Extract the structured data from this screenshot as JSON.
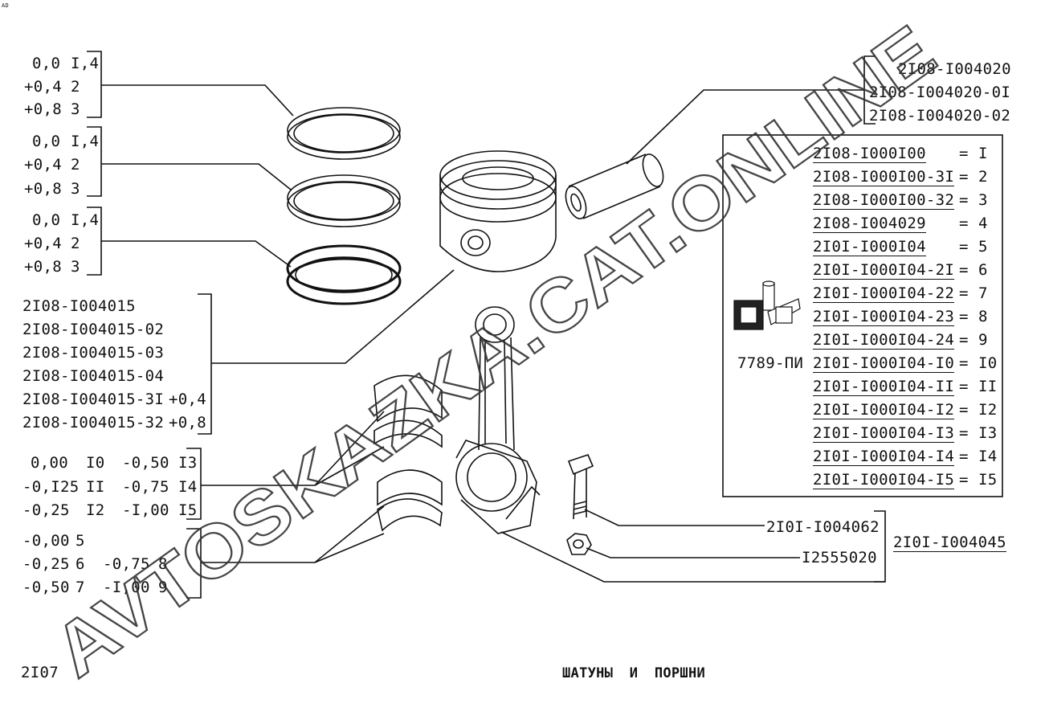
{
  "corner_mark": "AD",
  "rings": [
    [
      {
        "size": "0,0",
        "code": "I,4"
      },
      {
        "size": "+0,4",
        "code": "2"
      },
      {
        "size": "+0,8",
        "code": "3"
      }
    ],
    [
      {
        "size": "0,0",
        "code": "I,4"
      },
      {
        "size": "+0,4",
        "code": "2"
      },
      {
        "size": "+0,8",
        "code": "3"
      }
    ],
    [
      {
        "size": "0,0",
        "code": "I,4"
      },
      {
        "size": "+0,4",
        "code": "2"
      },
      {
        "size": "+0,8",
        "code": "3"
      }
    ]
  ],
  "piston_parts": [
    {
      "part": "2I08-I004015",
      "size": ""
    },
    {
      "part": "2I08-I004015-02",
      "size": ""
    },
    {
      "part": "2I08-I004015-03",
      "size": ""
    },
    {
      "part": "2I08-I004015-04",
      "size": ""
    },
    {
      "part": "2I08-I004015-3I",
      "size": "+0,4"
    },
    {
      "part": "2I08-I004015-32",
      "size": "+0,8"
    }
  ],
  "bearings_upper": [
    [
      "0,00",
      "I0",
      "-0,50",
      "I3"
    ],
    [
      "-0,I25",
      "II",
      "-0,75",
      "I4"
    ],
    [
      "-0,25",
      "I2",
      "-I,00",
      "I5"
    ]
  ],
  "bearings_lower": [
    [
      "-0,00",
      "5",
      "",
      ""
    ],
    [
      "-0,25",
      "6",
      "-0,75",
      "8"
    ],
    [
      "-0,50",
      "7",
      "-I,00",
      "9"
    ]
  ],
  "pin_parts": [
    "2I08-I004020",
    "2I08-I004020-0I",
    "2I08-I004020-02"
  ],
  "kits": [
    {
      "part": "2I08-I000I00",
      "num": "I"
    },
    {
      "part": "2I08-I000I00-3I",
      "num": "2"
    },
    {
      "part": "2I08-I000I00-32",
      "num": "3"
    },
    {
      "part": "2I08-I004029",
      "num": "4"
    },
    {
      "part": "2I0I-I000I04",
      "num": "5"
    },
    {
      "part": "2I0I-I000I04-2I",
      "num": "6"
    },
    {
      "part": "2I0I-I000I04-22",
      "num": "7"
    },
    {
      "part": "2I0I-I000I04-23",
      "num": "8"
    },
    {
      "part": "2I0I-I000I04-24",
      "num": "9"
    },
    {
      "part": "2I0I-I000I04-I0",
      "num": "I0"
    },
    {
      "part": "2I0I-I000I04-II",
      "num": "II"
    },
    {
      "part": "2I0I-I000I04-I2",
      "num": "I2"
    },
    {
      "part": "2I0I-I000I04-I3",
      "num": "I3"
    },
    {
      "part": "2I0I-I000I04-I4",
      "num": "I4"
    },
    {
      "part": "2I0I-I000I04-I5",
      "num": "I5"
    }
  ],
  "kit_note": "7789-ПИ",
  "bolt_part": "2I0I-I004062",
  "nut_part": "I2555020",
  "rod_part": "2I0I-I004045",
  "model": "2I07",
  "title": "ШАТУНЫ И ПОРШНИ",
  "watermark": "AVTOSKAZKA.CAT.ONLINE"
}
